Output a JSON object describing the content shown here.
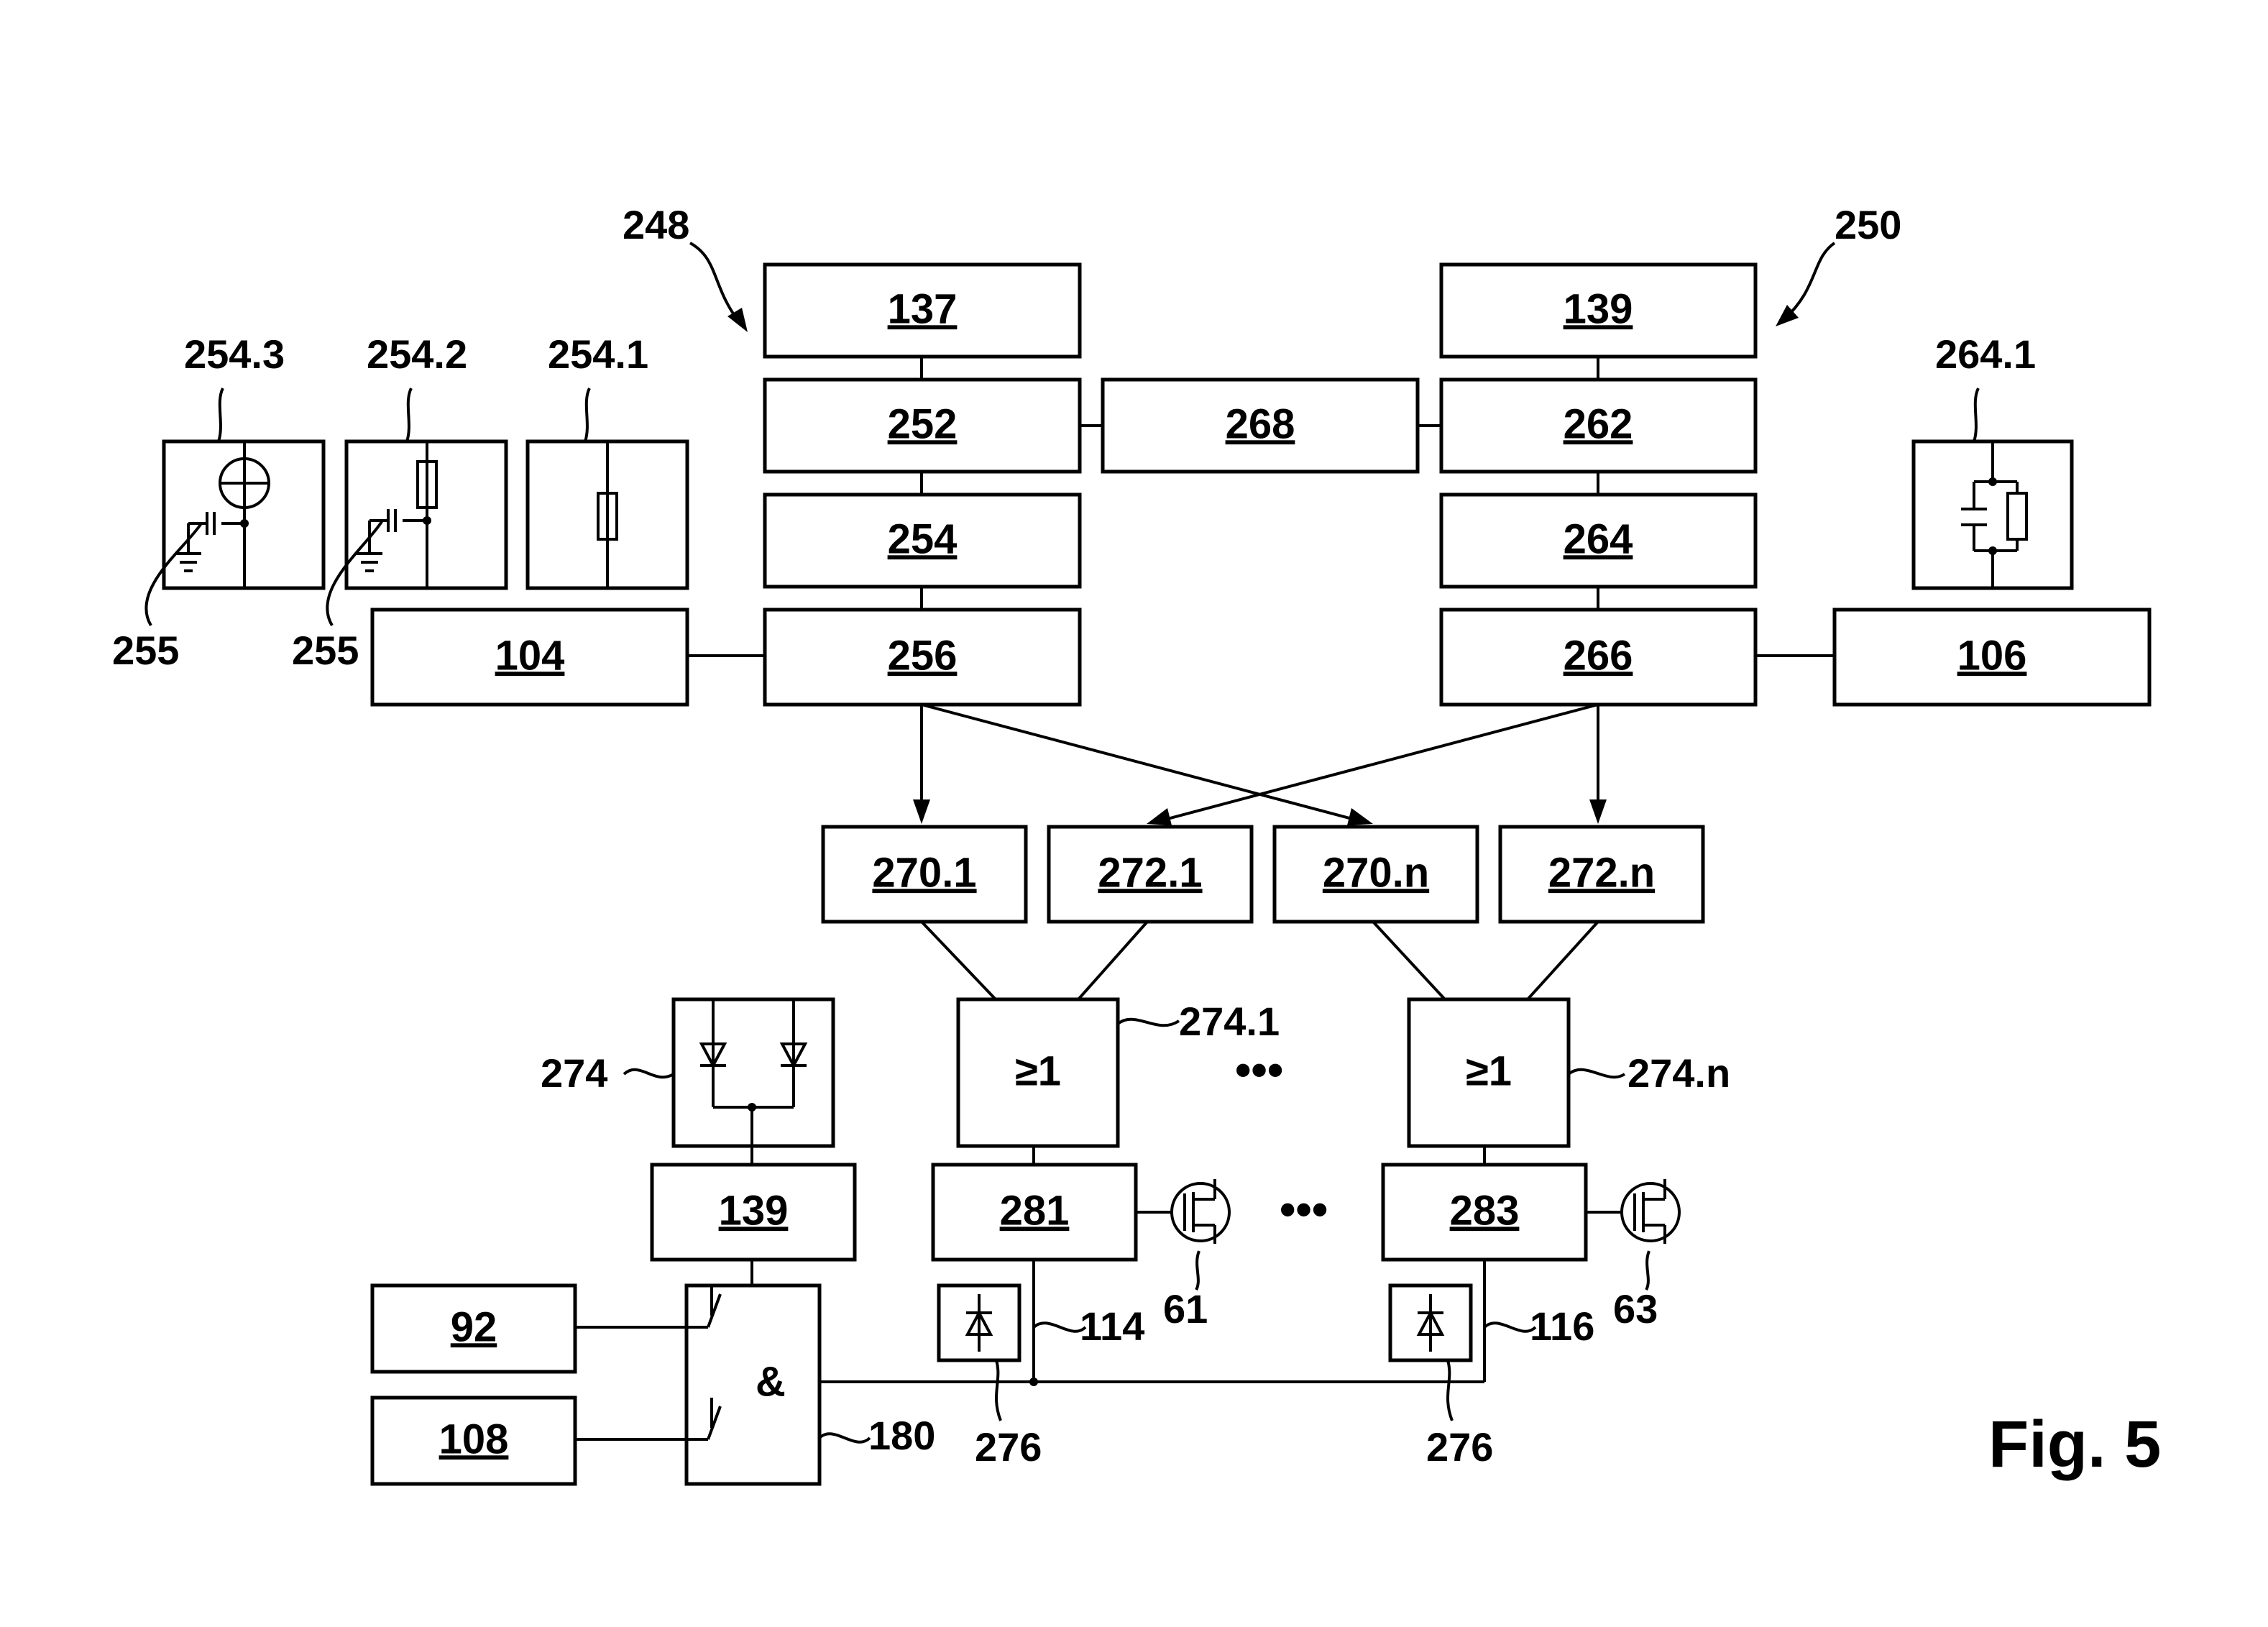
{
  "figure": {
    "title": "Fig. 5"
  },
  "blocks": {
    "b137": "137",
    "b252": "252",
    "b254": "254",
    "b256": "256",
    "b139a": "139",
    "b262": "262",
    "b264": "264",
    "b266": "266",
    "b268": "268",
    "b104": "104",
    "b106": "106",
    "b270_1": "270.1",
    "b272_1": "272.1",
    "b270_n": "270.n",
    "b272_n": "272.n",
    "b139b": "139",
    "b281": "281",
    "b283": "283",
    "b92": "92",
    "b108": "108"
  },
  "gates": {
    "or1": "≥1",
    "orn": "≥1",
    "and": "&"
  },
  "refs": {
    "r248": "248",
    "r250": "250",
    "r254_3": "254.3",
    "r254_2": "254.2",
    "r254_1": "254.1",
    "r264_1": "264.1",
    "r255a": "255",
    "r255b": "255",
    "r274": "274",
    "r274_1": "274.1",
    "r274_n": "274.n",
    "r114": "114",
    "r116": "116",
    "r61": "61",
    "r63": "63",
    "r180": "180",
    "r276a": "276",
    "r276b": "276"
  },
  "ellipses": {
    "e1": "•••",
    "e2": "•••"
  }
}
